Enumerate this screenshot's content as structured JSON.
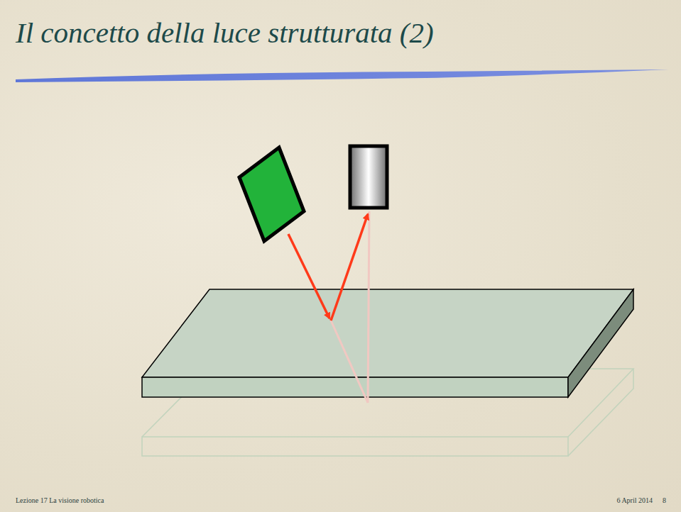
{
  "diagram": {
    "title": "Il concetto della luce strutturata (2)",
    "labels": [
      "Lezione 17 La visione robotica",
      "6 April 2014",
      "8"
    ]
  }
}
